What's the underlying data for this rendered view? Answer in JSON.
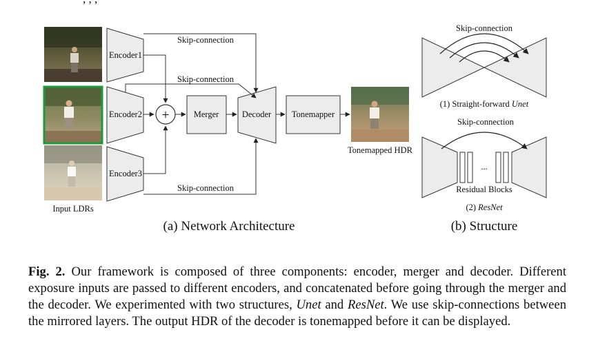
{
  "top_line_fragment": ", , ,",
  "architecture": {
    "encoders": [
      "Encoder1",
      "Encoder2",
      "Encoder3"
    ],
    "merger": "Merger",
    "decoder": "Decoder",
    "tonemapper": "Tonemapper",
    "plus_symbol": "+",
    "skip_connection": "Skip-connection",
    "input_label": "Input LDRs",
    "output_label": "Tonemapped HDR",
    "subtitle": "(a) Network Architecture"
  },
  "structure": {
    "skip_connection": "Skip-connection",
    "unet_prefix": "(1) Straight-forward ",
    "unet_name": "Unet",
    "resnet_prefix": "(2) ",
    "resnet_name": "ResNet",
    "ellipsis": "...",
    "residual_blocks": "Residual Blocks",
    "subtitle": "(b) Structure"
  },
  "caption": {
    "label": "Fig. 2.",
    "part1": " Our framework is composed of three components: encoder, merger and decoder. Different exposure inputs are passed to different encoders, and concatenated before going through the merger and the decoder. We experimented with two structures, ",
    "unet": "Unet",
    "part2": " and ",
    "resnet": "ResNet",
    "part3": ". We use skip-connections between the mirrored layers. The output HDR of the decoder is tonemapped before it can be displayed."
  },
  "colors": {
    "shape_fill": "#ececec",
    "stroke": "#333333",
    "selected_border": "#1f9a3a"
  }
}
